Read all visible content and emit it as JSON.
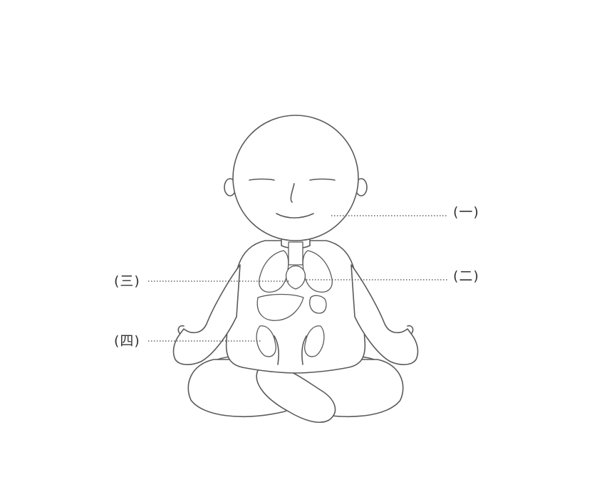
{
  "callouts": {
    "one": "(一)",
    "two": "(二)",
    "three": "(三)",
    "four": "(四)"
  },
  "colors": {
    "line": "#5a5a5a",
    "leader": "#444444",
    "text": "#333333",
    "background": "#ffffff"
  }
}
